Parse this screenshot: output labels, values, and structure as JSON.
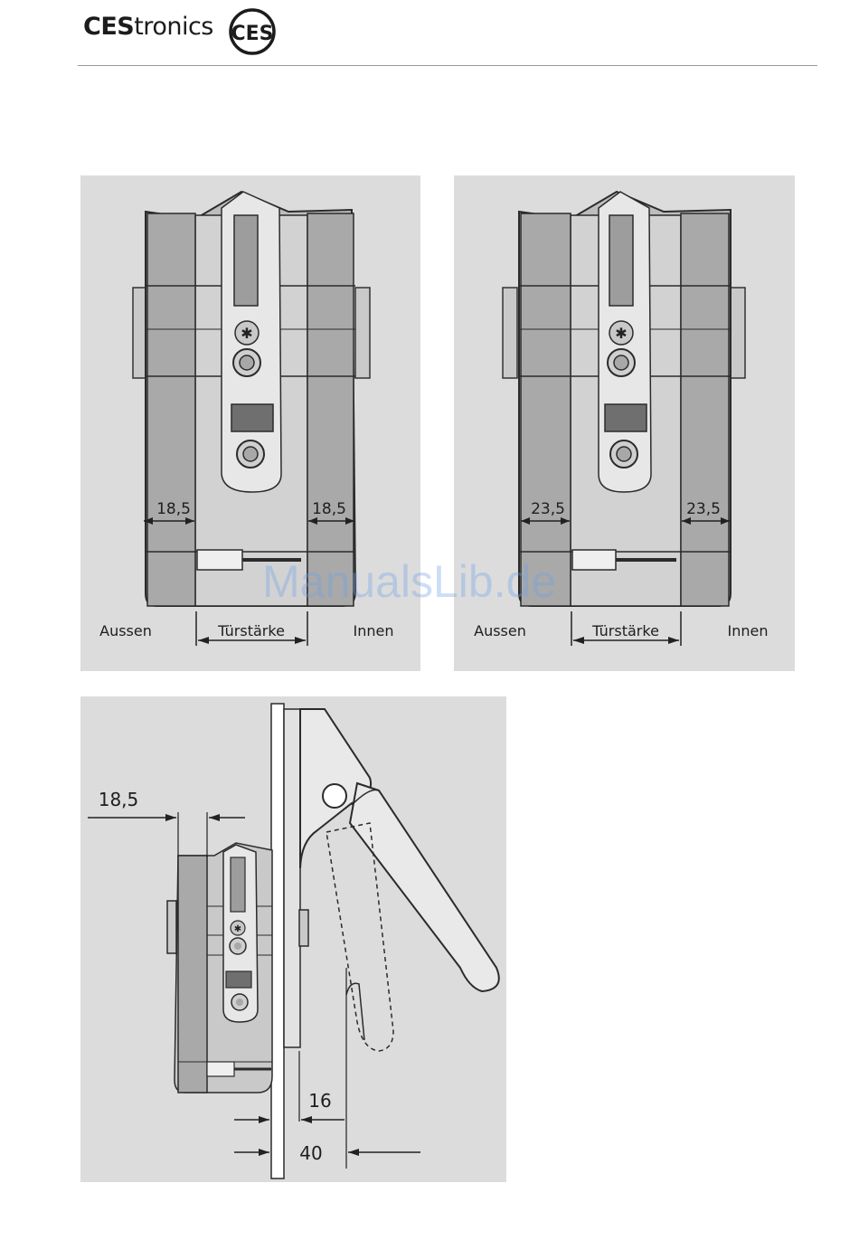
{
  "header": {
    "brand_bold": "CES",
    "brand_light": "tronics",
    "logo_text": "CES"
  },
  "figure_left": {
    "dim_left": "18,5",
    "dim_right": "18,5",
    "label_outside": "Aussen",
    "label_door": "Türstärke",
    "label_inside": "Innen"
  },
  "figure_right": {
    "dim_left": "23,5",
    "dim_right": "23,5",
    "label_outside": "Aussen",
    "label_door": "Türstärke",
    "label_inside": "Innen"
  },
  "figure_side": {
    "dim_top": "18,5",
    "dim_middle": "16",
    "dim_bottom": "40"
  },
  "watermark": "ManualsLib.de"
}
